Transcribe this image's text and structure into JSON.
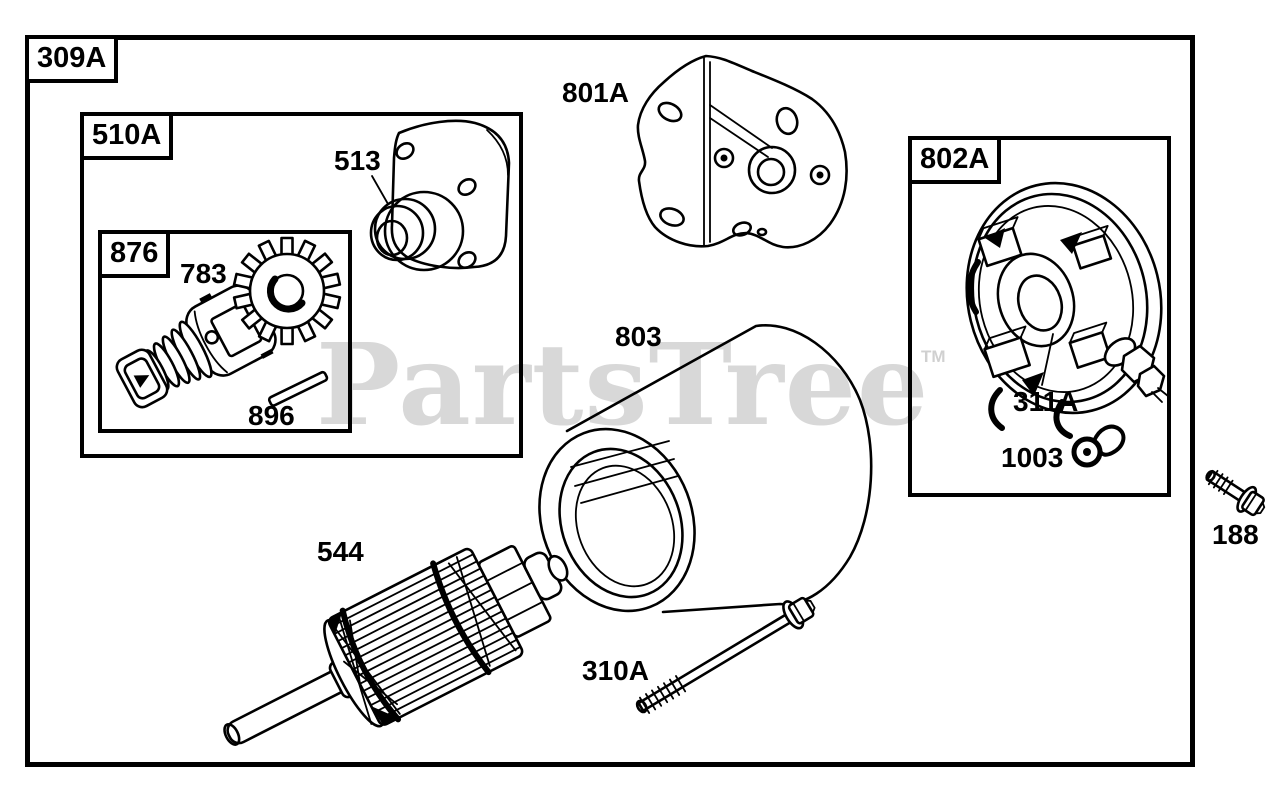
{
  "watermark": {
    "text": "PartsTree",
    "tm": "TM"
  },
  "colors": {
    "line": "#000000",
    "background": "#ffffff",
    "watermark_gray": "#d8d8d8"
  },
  "boxes": [
    {
      "label": "309A"
    },
    {
      "label": "510A"
    },
    {
      "label": "876"
    },
    {
      "label": "802A"
    }
  ],
  "part_labels": [
    {
      "label": "513"
    },
    {
      "label": "783"
    },
    {
      "label": "896"
    },
    {
      "label": "801A"
    },
    {
      "label": "803"
    },
    {
      "label": "544"
    },
    {
      "label": "310A"
    },
    {
      "label": "311A"
    },
    {
      "label": "1003"
    },
    {
      "label": "188"
    }
  ]
}
